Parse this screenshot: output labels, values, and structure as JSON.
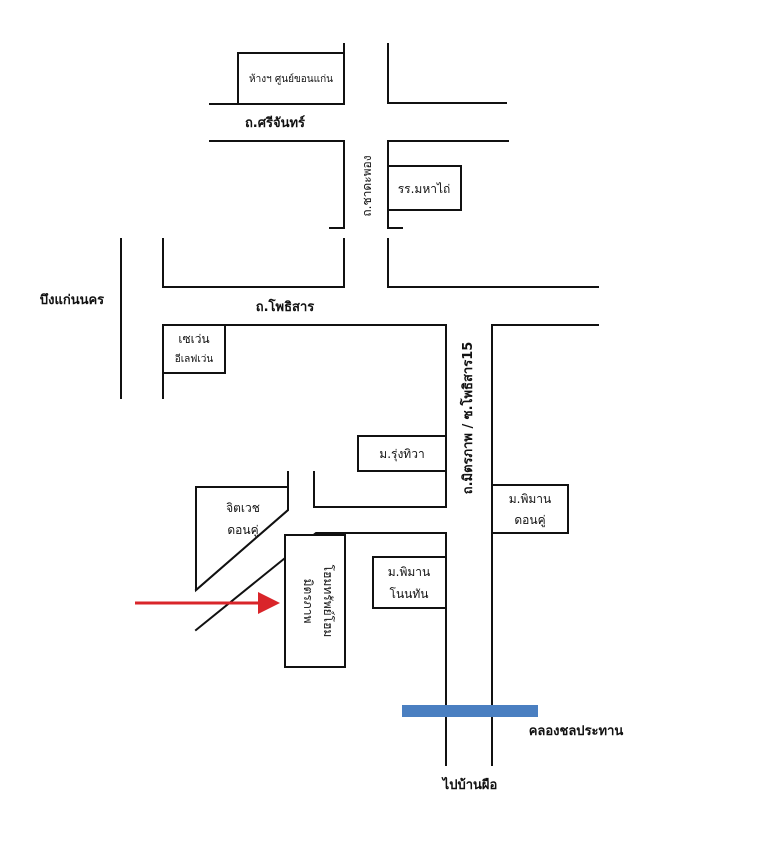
{
  "roads": {
    "sri_chan": "ถ.ศรีจันทร์",
    "sam_liam_kae": "ถ.ชาดะพอง",
    "pho_sarn": "ถ.โพธิสาร",
    "mittraphap": "ถ.มิตรภาพ / ซ.โพธิสาร15",
    "bueng_kaen_nakhon": "บึงแก่นนคร",
    "to_ban_mue": "ไปบ้านผือ",
    "canal": "คลองชลประทาน"
  },
  "landmarks": {
    "mall": "ห้างฯ ศูนย์ขอนแก่น",
    "school": "รร.มหาไถ่",
    "seven_line1": "เซเว่น",
    "seven_line2": "อีเลฟเว่น",
    "rungthiwa": "ม.รุ่งทิวา",
    "jitwaree_l1": "จิตเวช",
    "jitwaree_l2": "ดอนคู่",
    "phiman_done_l1": "ม.พิมาน",
    "phiman_done_l2": "ดอนคู่",
    "phiman_nonthon_l1": "ม.พิมาน",
    "phiman_nonthon_l2": "โนนทัน",
    "mittraphap_home_l1": "มิตรภาพ",
    "mittraphap_home_l2": "โฮมทรัพย์โฮม"
  },
  "colors": {
    "arrow": "#d9252a",
    "canal": "#4a7fc1"
  }
}
